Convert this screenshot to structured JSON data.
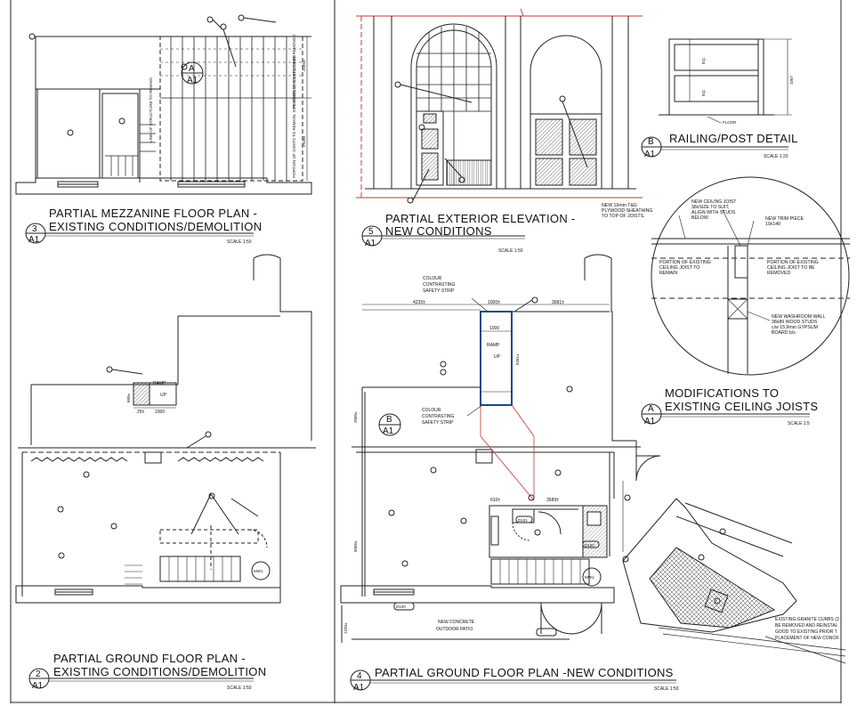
{
  "sheet": {
    "sheet_code": "A1"
  },
  "views": {
    "mezz": {
      "number": "3",
      "sheet": "A1",
      "title_line1": "PARTIAL MEZZANINE FLOOR PLAN -",
      "title_line2": "EXISTING CONDITIONS/DEMOLITION",
      "scale": "SCALE 1:50"
    },
    "elev": {
      "number": "5",
      "sheet": "A1",
      "title_line1": "PARTIAL EXTERIOR ELEVATION -",
      "title_line2": "NEW CONDITIONS",
      "scale": "SCALE 1:50"
    },
    "rail": {
      "number": "B",
      "sheet": "A1",
      "title": "RAILING/POST DETAIL",
      "scale": "SCALE 1:20"
    },
    "joist": {
      "number": "A",
      "sheet": "A1",
      "title_line1": "MODIFICATIONS TO",
      "title_line2": "EXISTING CEILING JOISTS",
      "scale": "SCALE 1:5"
    },
    "ground_existing": {
      "number": "2",
      "sheet": "A1",
      "title_line1": "PARTIAL GROUND FLOOR PLAN -",
      "title_line2": "EXISTING CONDITIONS/DEMOLITION",
      "scale": "SCALE 1:50"
    },
    "ground_new": {
      "number": "4",
      "sheet": "A1",
      "title": "PARTIAL GROUND FLOOR PLAN -NEW CONDITIONS",
      "scale": "SCALE 1:50"
    }
  },
  "mezz_notes": {
    "line_of_structure": "LINE OF STRUCTURE TO REMAIN",
    "joists_removed": "PORTION OF JOISTS TO BE REMOVED",
    "joists_remain": "PORTION OF JOISTS TO REMAIN, SITE DIMENSIONS REQUIRED",
    "dim_a": "2185±",
    "dim_b": "2918±"
  },
  "rail_notes": {
    "eq1": "EQ.",
    "eq2": "EQ.",
    "height": "1067",
    "floor": "FLOOR"
  },
  "joist_notes": {
    "sheathing": [
      "NEW 19mm T&G",
      "PLYWOOD SHEATHING",
      "TO TOP OF JOISTS."
    ],
    "new_joist": [
      "NEW CEILING JOIST",
      "38xSIZE TO SUIT,",
      "ALIGN WITH STUDS",
      "BELOW."
    ],
    "trim": [
      "NEW TRIM PIECE",
      "19x140"
    ],
    "existing_remain": [
      "PORTION OF EXISTING",
      "CEILING JOIST TO",
      "REMAIN"
    ],
    "existing_removed": [
      "PORTION OF EXISTING",
      "CEILING JOIST TO BE",
      "REMOVED"
    ],
    "washroom_wall": [
      "NEW WASHROOM WALL",
      "38x89 WOOD STUDS",
      "c/w 15.9mm GYPSUM",
      "BOARD b/s"
    ]
  },
  "ground_existing_notes": {
    "ramp": "RAMP",
    "up": "UP",
    "dim_1000": "1000",
    "dim_25": "25±",
    "dim_860": "860±",
    "mw1": "MW1"
  },
  "ground_new_notes": {
    "strip1": [
      "COLOUR",
      "CONTRASTING",
      "SAFETY STRIP"
    ],
    "strip2": [
      "COLOUR",
      "CONTRASTING",
      "SAFETY STRIP"
    ],
    "ramp": "RAMP",
    "up": "UP",
    "dim_1000a": "1000±",
    "dim_1000b": "1000",
    "dim_4235": "4235±",
    "dim_3581": "3581±",
    "dim_5261": "5261±",
    "dim_2060": "2060±",
    "dim_5068": "5068±",
    "dim_610": "610±",
    "dim_3589": "3589±",
    "dim_1220": "1220±",
    "d101": "D101",
    "d100a": "D100",
    "d100b": "D100",
    "mw1": "MW1",
    "patio": [
      "NEW CONCRETE",
      "OUTDOOR PATIO"
    ],
    "curbs": [
      "EXISTING GRANITE CURBS (3",
      "BE REMOVED AND REINSTAL",
      "GOOD TO EXISTING PRIOR T",
      "PLACEMENT OF NEW CONCR"
    ]
  }
}
